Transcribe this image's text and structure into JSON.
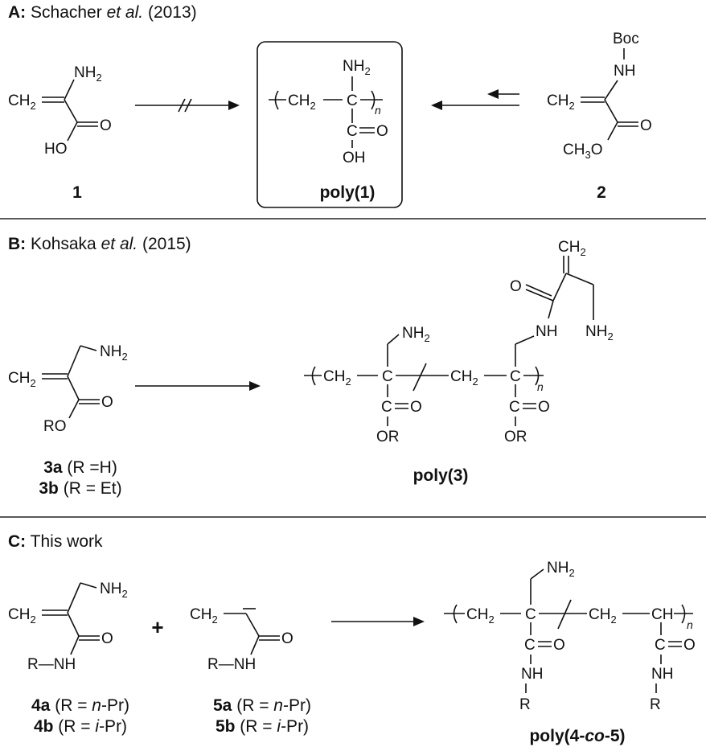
{
  "sections": {
    "a": {
      "tag": "A:",
      "citation": "Schacher",
      "etal": "et al.",
      "year": "(2013)"
    },
    "b": {
      "tag": "B:",
      "citation": "Kohsaka",
      "etal": "et al.",
      "year": "(2015)"
    },
    "c": {
      "tag": "C:",
      "title": "This work"
    }
  },
  "compounds": {
    "c1": "1",
    "c2": "2",
    "poly1": "poly(1)",
    "c3a": "3a",
    "c3a_def": "(R =H)",
    "c3b": "3b",
    "c3b_def": "(R = Et)",
    "poly3": "poly(3)",
    "c4a": "4a",
    "c4b": "4b",
    "c5a": "5a",
    "c5b": "5b",
    "poly45_open": "poly(4-",
    "poly45_co": "co",
    "poly45_close": "-5)",
    "r_open": "(R = ",
    "npr_n": "n",
    "ipr_i": "i",
    "pr_close": "-Pr)"
  },
  "atoms": {
    "nh2": "NH",
    "sub2": "2",
    "ch2": "CH",
    "ch": "CH",
    "c": "C",
    "o": "O",
    "oh": "OH",
    "ho": "HO",
    "or": "OR",
    "ro": "RO",
    "ch3o": "CH",
    "ch3o_sub": "3",
    "ch3o_end": "O",
    "boc": "Boc",
    "nh": "NH",
    "r": "R",
    "rnh": "R—NH",
    "n": "n",
    "plus": "+"
  }
}
